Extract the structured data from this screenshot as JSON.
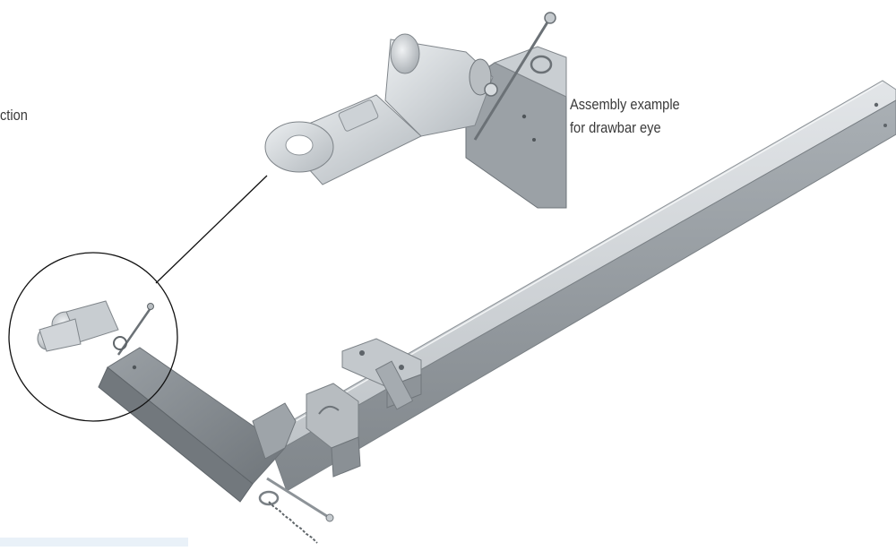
{
  "labels": {
    "left_fragment": "ction",
    "assembly_line1": "Assembly example",
    "assembly_line2": "for drawbar eye"
  },
  "colors": {
    "text": "#3a3a3a",
    "galvanized_light": "#d8dcdf",
    "galvanized_mid": "#b4babf",
    "galvanized_dark": "#7f868c",
    "steel_shadow": "#5e6469",
    "callout_line": "#111111",
    "bottom_strip": "#e9f1f8"
  },
  "illustration": {
    "subject": "galvanized-drawbar",
    "callout": "detail-circle-to-inset"
  }
}
